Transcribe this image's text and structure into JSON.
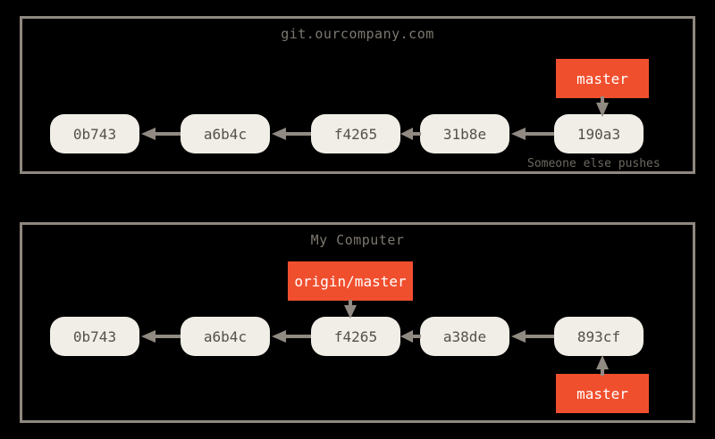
{
  "figure": {
    "type": "git-commit-graph-diagram",
    "background_color": "#000000",
    "panel_border_color": "#8f8880",
    "commit_fill_color": "#f0eee6",
    "commit_text_color": "#55504b",
    "ref_color": "#f04f2e",
    "ref_text_color": "#ffffff",
    "arrow_color": "#908a82",
    "title_color": "#7d7870"
  },
  "panels": [
    {
      "id": "server",
      "title": "git.ourcompany.com",
      "commits": [
        {
          "sha": "0b743"
        },
        {
          "sha": "a6b4c"
        },
        {
          "sha": "f4265"
        },
        {
          "sha": "31b8e"
        },
        {
          "sha": "190a3"
        }
      ],
      "refs": [
        {
          "label": "master",
          "points_to": "190a3",
          "direction": "down"
        }
      ],
      "caption": "Someone else pushes"
    },
    {
      "id": "local",
      "title": "My Computer",
      "commits": [
        {
          "sha": "0b743"
        },
        {
          "sha": "a6b4c"
        },
        {
          "sha": "f4265"
        },
        {
          "sha": "a38de"
        },
        {
          "sha": "893cf"
        }
      ],
      "refs": [
        {
          "label": "origin/master",
          "points_to": "f4265",
          "direction": "down"
        },
        {
          "label": "master",
          "points_to": "893cf",
          "direction": "up"
        }
      ],
      "caption": ""
    }
  ]
}
